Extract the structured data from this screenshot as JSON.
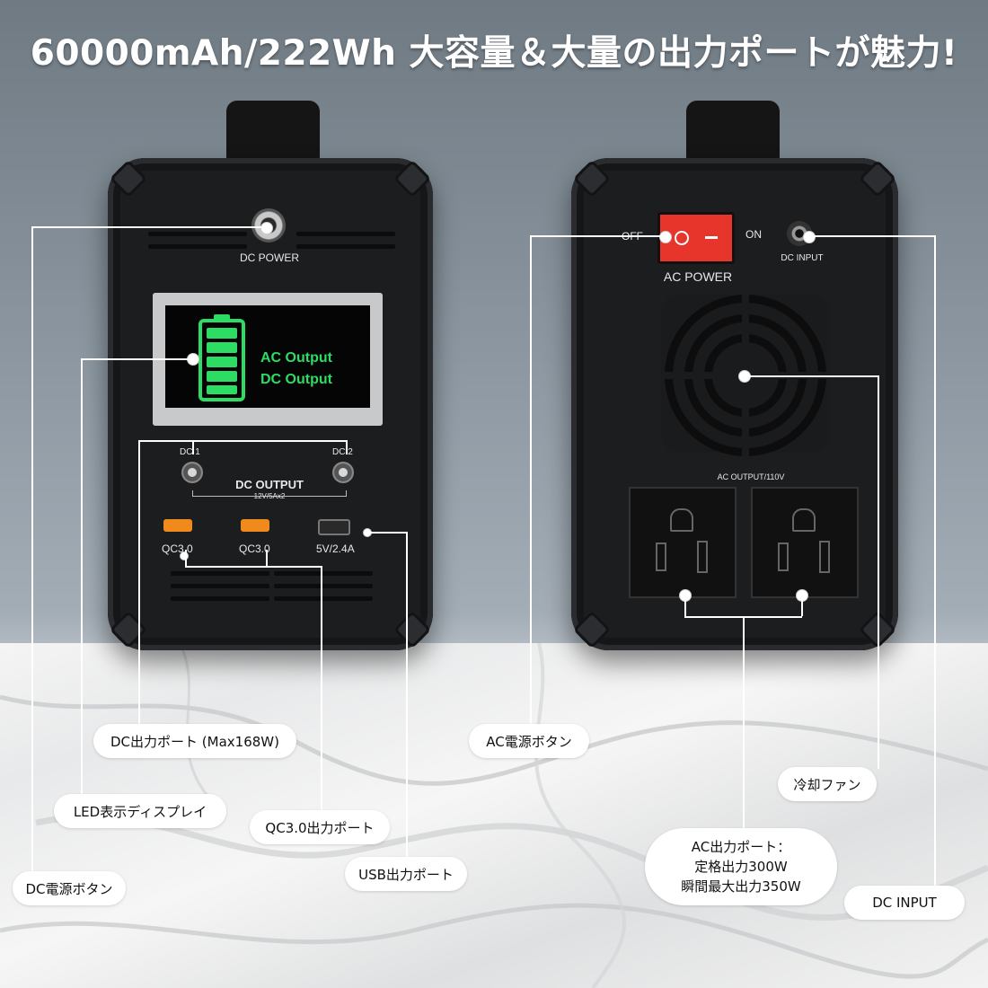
{
  "headline": "60000mAh/222Wh 大容量＆大量の出力ポートが魅力!",
  "front": {
    "dc_power_label": "DC POWER",
    "screen_line1": "AC Output",
    "screen_line2": "DC Output",
    "dc1_label": "DC 1",
    "dc2_label": "DC 2",
    "dc_output_label": "DC OUTPUT",
    "dc_output_spec": "12V/5Ax2",
    "qc1_label": "QC3.0",
    "qc2_label": "QC3.0",
    "usb_label": "5V/2.4A"
  },
  "back": {
    "off_label": "OFF",
    "on_label": "ON",
    "ac_power_label": "AC POWER",
    "dc_input_label": "DC INPUT",
    "ac_output_label": "AC OUTPUT/110V"
  },
  "callouts": {
    "dc_port": "DC出力ポート (Max168W)",
    "led": "LED表示ディスプレイ",
    "qc": "QC3.0出力ポート",
    "dc_power_btn": "DC電源ボタン",
    "usb": "USB出力ポート",
    "ac_power_btn": "AC電源ボタン",
    "fan": "冷却ファン",
    "ac_port_line1": "AC出力ポート：",
    "ac_port_line2": "定格出力300W",
    "ac_port_line3": "瞬間最大出力350W",
    "dc_input": "DC INPUT"
  },
  "colors": {
    "battery_green": "#2ddc62",
    "switch_red": "#e8352b",
    "usb_qc_orange": "#f08a1c"
  }
}
